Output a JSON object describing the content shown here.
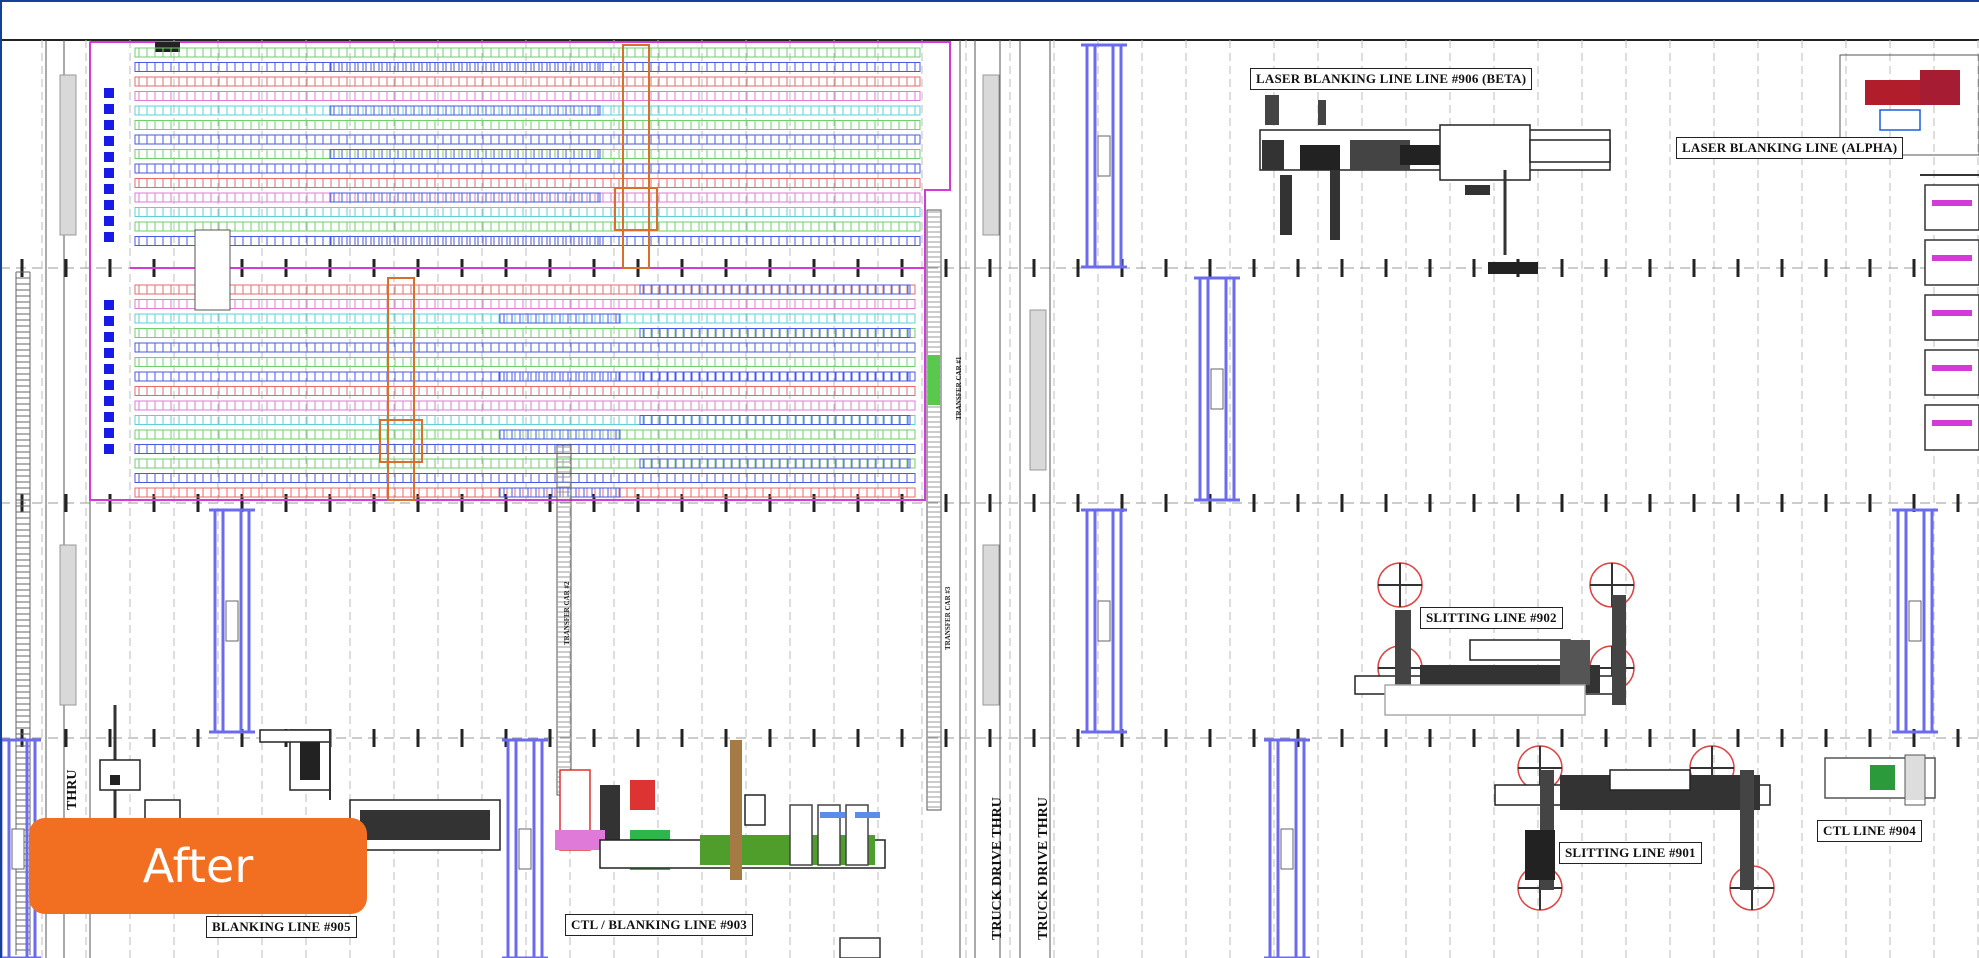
{
  "labels": {
    "laser_beta": "LASER BLANKING LINE LINE #906 (BETA)",
    "laser_alpha": "LASER BLANKING LINE (ALPHA)",
    "slitting_902": "SLITTING LINE #902",
    "slitting_901": "SLITTING LINE #901",
    "ctl_904": "CTL LINE #904",
    "blanking_905": "BLANKING LINE #905",
    "ctl_blanking_903": "CTL / BLANKING LINE #903",
    "truck_drive_1": "TRUCK DRIVE THRU",
    "truck_drive_2": "TRUCK DRIVE THRU",
    "thru_left": "THRU",
    "transfer_car_1": "TRANSFER CAR #1",
    "transfer_car_2": "TRANSFER CAR #2",
    "transfer_car_3": "TRANSFER CAR #3"
  },
  "badge": {
    "text": "After"
  },
  "colors": {
    "frame": "#12409a",
    "badge": "#f26f21",
    "crane": "#6b6bf0",
    "rack_blue": "#4a5ae0",
    "rack_green": "#6fce6f",
    "rack_red": "#e46a6a",
    "rack_pink": "#e07ad8",
    "rack_cyan": "#5fd0d8",
    "border_magenta": "#d23bd8",
    "column_line": "#333333"
  }
}
